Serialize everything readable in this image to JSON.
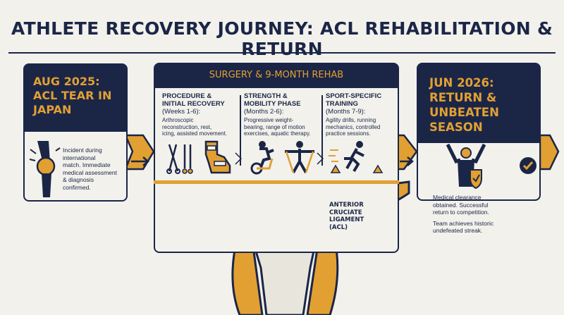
{
  "header": {
    "title": "ATHLETE RECOVERY JOURNEY: ACL REHABILITATION & RETURN"
  },
  "stage_injury": {
    "heading_line1": "AUG 2025:",
    "heading_line2": "ACL TEAR IN",
    "heading_line3": "JAPAN",
    "desc_line1": "Incident during",
    "desc_line2": "international",
    "desc_line3": "match. Immediate",
    "desc_line4": "medical assessment",
    "desc_line5": "& diagnosis",
    "desc_line6": "confirmed."
  },
  "stage_rehab": {
    "heading": "SURGERY & 9-MONTH REHAB",
    "phases": [
      {
        "title_line1": "PROCEDURE &",
        "title_line2": "INITIAL RECOVERY",
        "duration": "(Weeks 1-6):",
        "detail_line1": "Arthroscopic",
        "detail_line2": "reconstruction, rest,",
        "detail_line3": "icing, assisted movement."
      },
      {
        "title_line1": "STRENGTH &",
        "title_line2": "MOBILITY PHASE",
        "duration": "(Months 2-6):",
        "detail_line1": "Progressive weight-",
        "detail_line2": "bearing, range of motion",
        "detail_line3": "exercises, aquatic therapy."
      },
      {
        "title_line1": "SPORT-SPECIFIC",
        "title_line2": "TRAINING",
        "duration": "(Months 7-9):",
        "detail_line1": "Agility drills, running",
        "detail_line2": "mechanics, controlled",
        "detail_line3": "practice sessions."
      }
    ]
  },
  "stage_return": {
    "heading_line1": "JUN 2026:",
    "heading_line2": "RETURN &",
    "heading_line3": "UNBEATEN",
    "heading_line4": "SEASON",
    "desc_line1": "Medical clearance",
    "desc_line2": "obtained. Successful",
    "desc_line3": "return to competition.",
    "desc_line4": "Team achieves historic",
    "desc_line5": "undefeated streak."
  },
  "annotation": {
    "line1": "ANTERIOR",
    "line2": "CRUCIATE",
    "line3": "LIGAMENT",
    "line4": "(ACL)"
  },
  "colors": {
    "navy": "#1b2647",
    "gold": "#e2a033",
    "background": "#f2f1ec",
    "bone": "#e8e6dc"
  },
  "icons": [
    "injured-knee-icon",
    "surgical-tools-icon",
    "knee-brace-icon",
    "exercise-bike-icon",
    "resistance-band-icon",
    "agility-runner-icon",
    "celebrating-athlete-icon",
    "shield-check-icon",
    "check-circle-icon"
  ]
}
